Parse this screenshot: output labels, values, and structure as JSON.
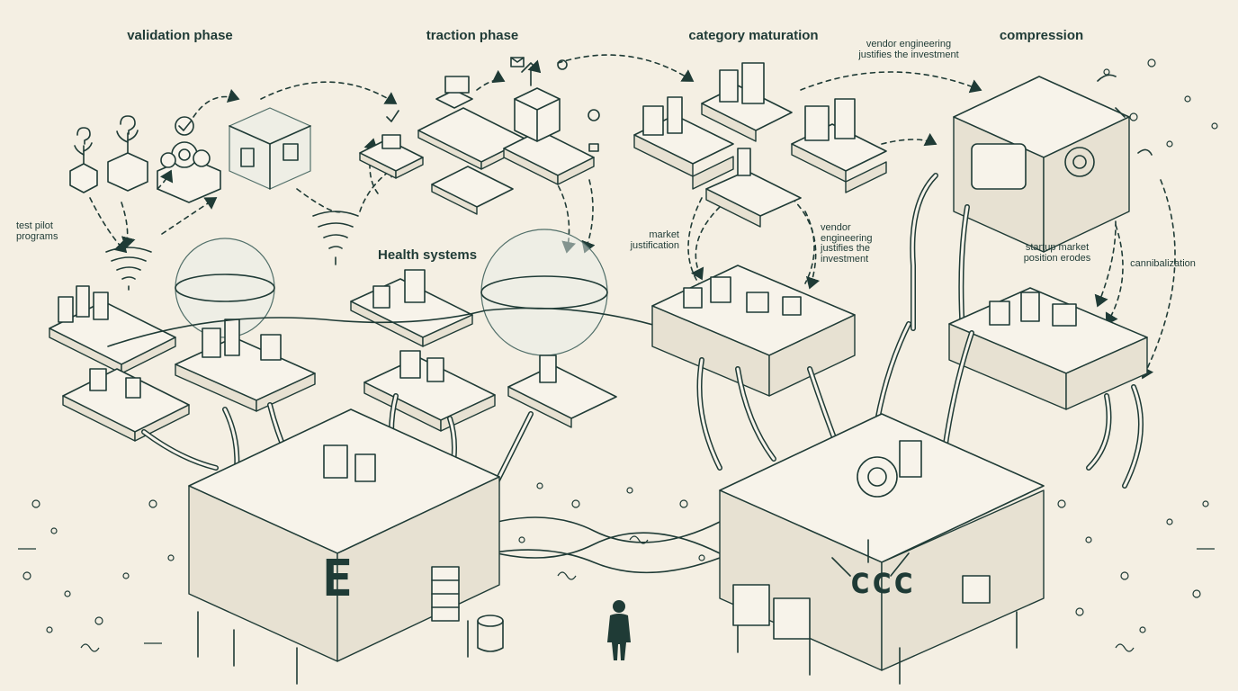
{
  "phases": {
    "validation": "validation phase",
    "traction": "traction phase",
    "maturation": "category maturation",
    "compression": "compression"
  },
  "annotations": {
    "vendor_top": [
      "vendor engineering",
      "justifies the investment"
    ],
    "test_pilot": [
      "test pilot",
      "programs"
    ],
    "health_systems": "Health systems",
    "market_justification": [
      "market",
      "justification"
    ],
    "vendor_mid": [
      "vendor",
      "engineering",
      "justifies the",
      "investment"
    ],
    "startup_erodes": [
      "startup market",
      "position erodes"
    ],
    "cannibalization": "cannibalization"
  },
  "logos": {
    "left_logo": "E",
    "right_logo": "ccc"
  },
  "colors": {
    "ink": "#1f3b36",
    "paper": "#f4efe3",
    "shade": "#e7e1d2"
  }
}
